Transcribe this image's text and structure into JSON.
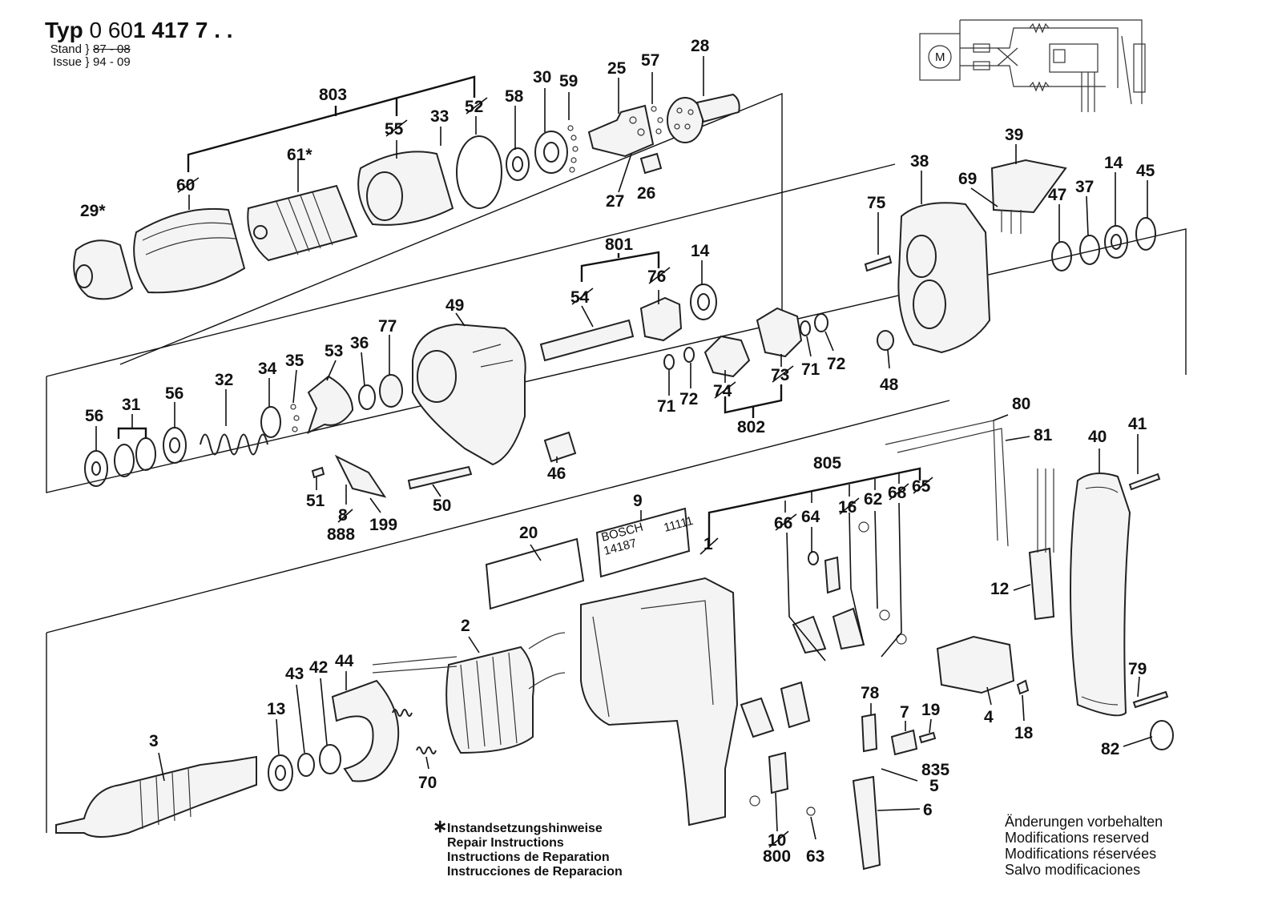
{
  "header": {
    "type_prefix": "Typ",
    "type_number_a": "0 60",
    "type_number_b": "1 417",
    "type_number_c": " 7 . .",
    "stand_label": "Stand",
    "stand_value": "87 - 08",
    "issue_label": "Issue",
    "issue_value": "94 - 09"
  },
  "nameplate": {
    "brand": "BOSCH",
    "model": "14187",
    "code": "11111"
  },
  "parts": [
    {
      "id": "803",
      "label": "803"
    },
    {
      "id": "60",
      "label": "60"
    },
    {
      "id": "55",
      "label": "55"
    },
    {
      "id": "33",
      "label": "33"
    },
    {
      "id": "52",
      "label": "52"
    },
    {
      "id": "58",
      "label": "58"
    },
    {
      "id": "30",
      "label": "30"
    },
    {
      "id": "59",
      "label": "59"
    },
    {
      "id": "25",
      "label": "25"
    },
    {
      "id": "57",
      "label": "57"
    },
    {
      "id": "28",
      "label": "28"
    },
    {
      "id": "27",
      "label": "27"
    },
    {
      "id": "26",
      "label": "26"
    },
    {
      "id": "61",
      "label": "61*"
    },
    {
      "id": "29",
      "label": "29*"
    },
    {
      "id": "801",
      "label": "801"
    },
    {
      "id": "54",
      "label": "54"
    },
    {
      "id": "76",
      "label": "76"
    },
    {
      "id": "14a",
      "label": "14"
    },
    {
      "id": "75",
      "label": "75"
    },
    {
      "id": "38",
      "label": "38"
    },
    {
      "id": "39",
      "label": "39"
    },
    {
      "id": "69",
      "label": "69"
    },
    {
      "id": "47",
      "label": "47"
    },
    {
      "id": "37",
      "label": "37"
    },
    {
      "id": "14b",
      "label": "14"
    },
    {
      "id": "45",
      "label": "45"
    },
    {
      "id": "49",
      "label": "49"
    },
    {
      "id": "77",
      "label": "77"
    },
    {
      "id": "36",
      "label": "36"
    },
    {
      "id": "53",
      "label": "53"
    },
    {
      "id": "35",
      "label": "35"
    },
    {
      "id": "34",
      "label": "34"
    },
    {
      "id": "32",
      "label": "32"
    },
    {
      "id": "56a",
      "label": "56"
    },
    {
      "id": "31",
      "label": "31"
    },
    {
      "id": "56b",
      "label": "56"
    },
    {
      "id": "71a",
      "label": "71"
    },
    {
      "id": "72a",
      "label": "72"
    },
    {
      "id": "74",
      "label": "74"
    },
    {
      "id": "73",
      "label": "73"
    },
    {
      "id": "71b",
      "label": "71"
    },
    {
      "id": "72b",
      "label": "72"
    },
    {
      "id": "48",
      "label": "48"
    },
    {
      "id": "802",
      "label": "802"
    },
    {
      "id": "46",
      "label": "46"
    },
    {
      "id": "51",
      "label": "51"
    },
    {
      "id": "8",
      "label": "8"
    },
    {
      "id": "888",
      "label": "888"
    },
    {
      "id": "199",
      "label": "199"
    },
    {
      "id": "50",
      "label": "50"
    },
    {
      "id": "80",
      "label": "80"
    },
    {
      "id": "81",
      "label": "81"
    },
    {
      "id": "805",
      "label": "805"
    },
    {
      "id": "40",
      "label": "40"
    },
    {
      "id": "41",
      "label": "41"
    },
    {
      "id": "20",
      "label": "20"
    },
    {
      "id": "9",
      "label": "9"
    },
    {
      "id": "1",
      "label": "1"
    },
    {
      "id": "66",
      "label": "66"
    },
    {
      "id": "64",
      "label": "64"
    },
    {
      "id": "16",
      "label": "16"
    },
    {
      "id": "62",
      "label": "62"
    },
    {
      "id": "68",
      "label": "68"
    },
    {
      "id": "65",
      "label": "65"
    },
    {
      "id": "12",
      "label": "12"
    },
    {
      "id": "2",
      "label": "2"
    },
    {
      "id": "43",
      "label": "43"
    },
    {
      "id": "42",
      "label": "42"
    },
    {
      "id": "44",
      "label": "44"
    },
    {
      "id": "13",
      "label": "13"
    },
    {
      "id": "3",
      "label": "3"
    },
    {
      "id": "70",
      "label": "70"
    },
    {
      "id": "78",
      "label": "78"
    },
    {
      "id": "7",
      "label": "7"
    },
    {
      "id": "19",
      "label": "19"
    },
    {
      "id": "835",
      "label": "835"
    },
    {
      "id": "5",
      "label": "5"
    },
    {
      "id": "6",
      "label": "6"
    },
    {
      "id": "4",
      "label": "4"
    },
    {
      "id": "18",
      "label": "18"
    },
    {
      "id": "79",
      "label": "79"
    },
    {
      "id": "82",
      "label": "82"
    },
    {
      "id": "10",
      "label": "10"
    },
    {
      "id": "800",
      "label": "800"
    },
    {
      "id": "63",
      "label": "63"
    }
  ],
  "repair_note": {
    "star": "∗",
    "lines": [
      "Instandsetzungshinweise",
      "Repair Instructions",
      "Instructions de Reparation",
      "Instrucciones de Reparacion"
    ]
  },
  "modifications": {
    "lines": [
      "Änderungen vorbehalten",
      "Modifications reserved",
      "Modifications réservées",
      "Salvo modificaciones"
    ]
  },
  "schematic": {
    "motor_label": "M"
  }
}
